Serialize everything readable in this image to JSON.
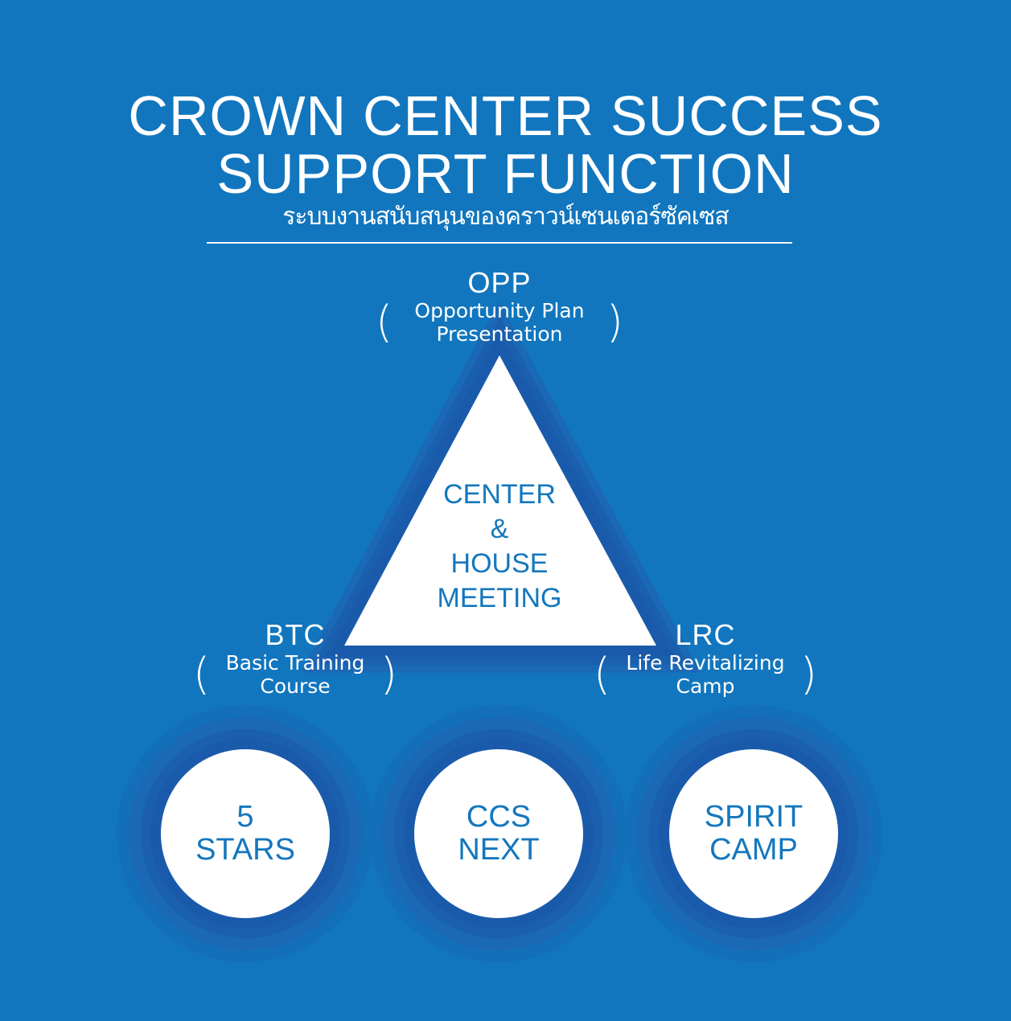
{
  "header": {
    "title_line1": "CROWN CENTER SUCCESS",
    "title_line2": "SUPPORT FUNCTION",
    "subtitle_thai": "ระบบงานสนับสนุนของคราวน์เซนเตอร์ซัคเซส"
  },
  "colors": {
    "background": "#1176be",
    "band_outer": "#1b68b4",
    "band_mid": "#1a60ae",
    "band_inner": "#1a5aaa",
    "shape_fill": "#ffffff",
    "accent_text": "#1477bd"
  },
  "triangle": {
    "center_lines": [
      "CENTER",
      "&",
      "HOUSE",
      "MEETING"
    ],
    "vertices": {
      "top": {
        "abbr": "OPP",
        "open": "(",
        "close": ")",
        "desc_line1": "Opportunity Plan",
        "desc_line2": "Presentation"
      },
      "left": {
        "abbr": "BTC",
        "open": "(",
        "close": ")",
        "desc_line1": "Basic Training",
        "desc_line2": "Course"
      },
      "right": {
        "abbr": "LRC",
        "open": "(",
        "close": ")",
        "desc_line1": "Life Revitalizing",
        "desc_line2": "Camp"
      }
    }
  },
  "circles": [
    {
      "line1": "5",
      "line2": "STARS"
    },
    {
      "line1": "CCS",
      "line2": "NEXT"
    },
    {
      "line1": "SPIRIT",
      "line2": "CAMP"
    }
  ]
}
